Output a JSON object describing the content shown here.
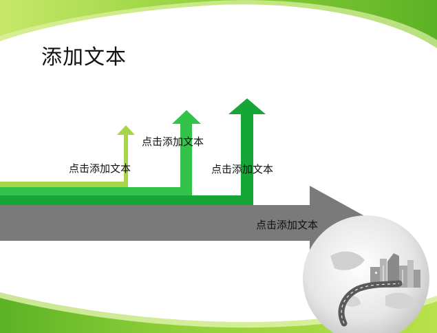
{
  "slide": {
    "title": "添加文本",
    "labels": [
      "点击添加文本",
      "点击添加文本",
      "点击添加文本",
      "点击添加文本"
    ]
  },
  "colors": {
    "top_swoosh_light": "#b8e04a",
    "top_swoosh_dark": "#6cbf2a",
    "bottom_swoosh_light": "#a6d93a",
    "bottom_swoosh_dark": "#5fb327",
    "arrow_light": "#a8d64a",
    "arrow_mid": "#33c24a",
    "arrow_dark": "#16a637",
    "big_arrow": "#7a7a7a"
  },
  "icons": {
    "globe": "globe-city-road-icon"
  }
}
